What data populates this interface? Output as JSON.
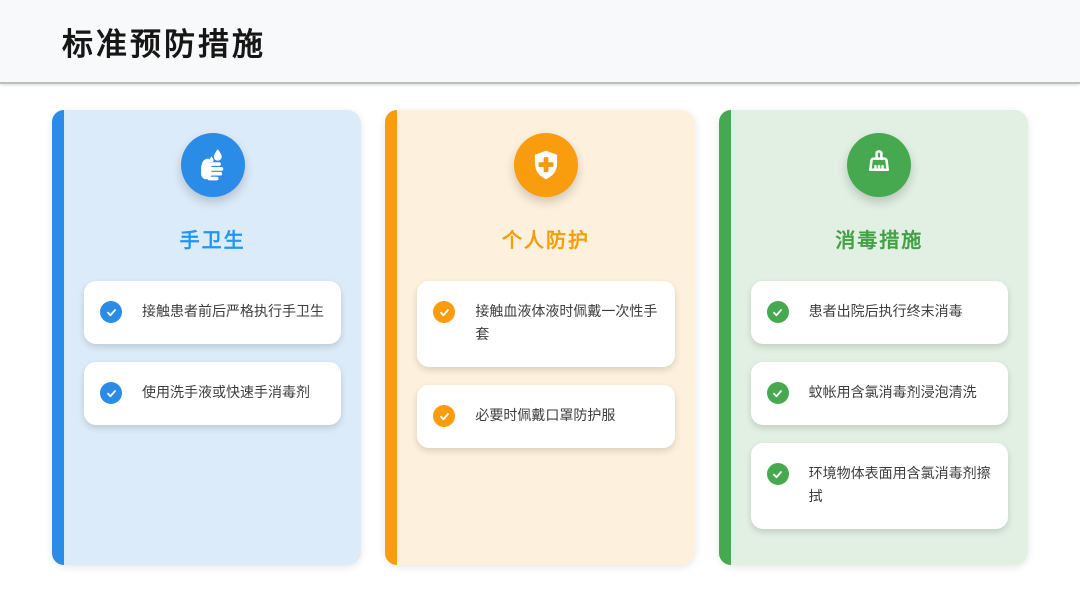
{
  "page": {
    "title": "标准预防措施"
  },
  "cards": [
    {
      "id": "hand-hygiene",
      "title": "手卫生",
      "icon": "hand-wash-icon",
      "colors": {
        "accent": "#2b8ce8",
        "tint": "#dcebf9",
        "title": "#2196f3"
      },
      "items": [
        "接触患者前后严格执行手卫生",
        "使用洗手液或快速手消毒剂"
      ]
    },
    {
      "id": "personal-protection",
      "title": "个人防护",
      "icon": "shield-cross-icon",
      "colors": {
        "accent": "#f99c0d",
        "tint": "#fdf1dd",
        "title": "#f59e0b"
      },
      "items": [
        "接触血液体液时佩戴一次性手套",
        "必要时佩戴口罩防护服"
      ]
    },
    {
      "id": "disinfection",
      "title": "消毒措施",
      "icon": "cleaning-brush-icon",
      "colors": {
        "accent": "#47a94f",
        "tint": "#e1f0e3",
        "title": "#43a047"
      },
      "items": [
        "患者出院后执行终末消毒",
        "蚊帐用含氯消毒剂浸泡清洗",
        "环境物体表面用含氯消毒剂擦拭"
      ]
    }
  ]
}
